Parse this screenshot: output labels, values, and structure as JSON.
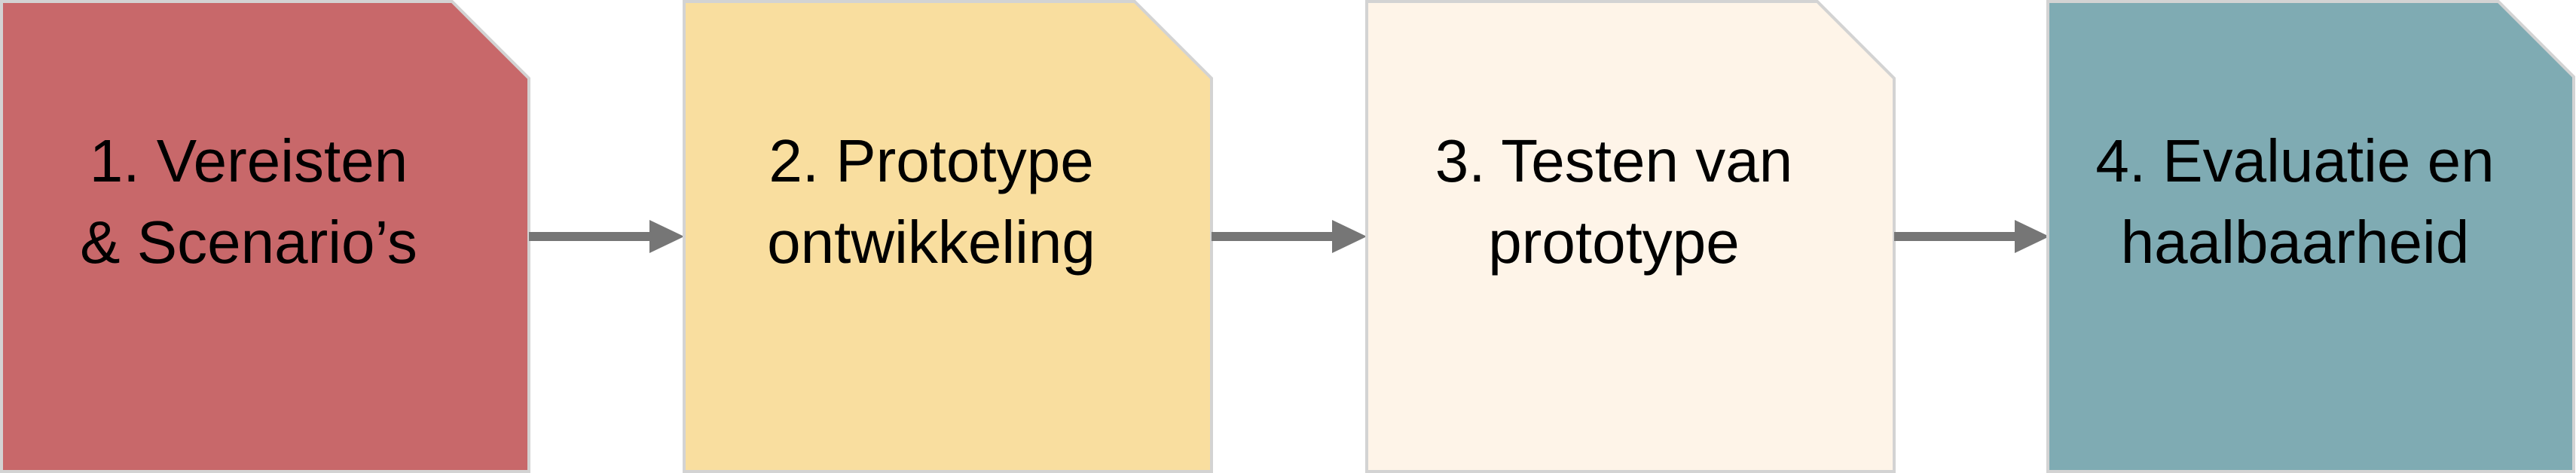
{
  "diagram": {
    "steps": [
      {
        "line1": "1. Vereisten",
        "line2": "& Scenario’s",
        "fill": "#C8686A"
      },
      {
        "line1": "2. Prototype",
        "line2": "ontwikkeling",
        "fill": "#F9DE9F"
      },
      {
        "line1": "3. Testen van",
        "line2": "prototype",
        "fill": "#FEF4E8"
      },
      {
        "line1": "4. Evaluatie en",
        "line2": "haalbaarheid",
        "fill": "#7FABB3"
      }
    ],
    "border_color": "#D3D3D3",
    "arrow_color": "#767676"
  }
}
